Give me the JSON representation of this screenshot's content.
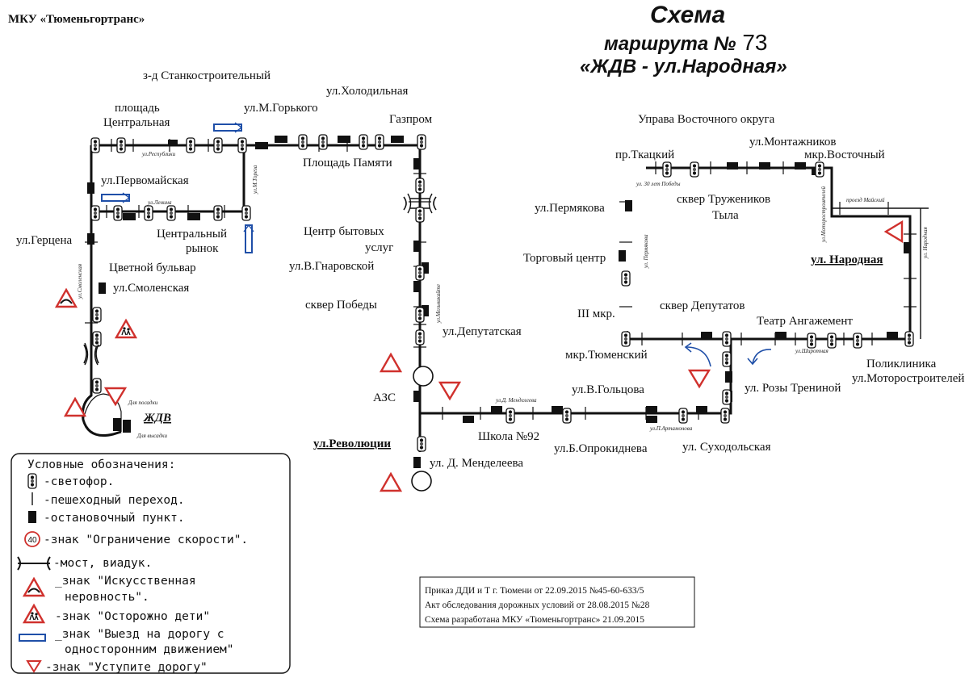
{
  "org": "МКУ «Тюменьгортранс»",
  "title": {
    "line1": "Схема",
    "line2_prefix": "маршрута №",
    "route_number": "73",
    "line3": "«ЖДВ - ул.Народная»"
  },
  "stops": {
    "tsentr_pl": [
      "площадь",
      "Центральная"
    ],
    "stankostr": "з-д Станкостроительный",
    "gorkogo": "ул.М.Горького",
    "holodilnaya": "ул.Холодильная",
    "gazprom": "Газпром",
    "pl_pamyati": "Площадь Памяти",
    "pervomayskaya": "ул.Первомайская",
    "tsentr_rynok": [
      "Центральный",
      "рынок"
    ],
    "gertsena": "ул.Герцена",
    "tsvetnoy": "Цветной бульвар",
    "smolenskaya": "ул.Смоленская",
    "zhdv": "ЖДВ",
    "dlya_posadki": "Для посадки",
    "dlya_vysadki": "Для высадки",
    "bytovyh": [
      "Центр бытовых",
      "услуг"
    ],
    "gnarovskoy": "ул.В.Гнаровской",
    "skver_pobedy": "сквер Победы",
    "deputatskaya": "ул.Депутатская",
    "azs": "АЗС",
    "revolyutsii": "ул.Революции",
    "mendeleeva": "ул. Д. Менделеева",
    "shkola": "Школа №92",
    "oprokidneva": "ул.Б.Опрокиднева",
    "goltsova": "ул.В.Гольцова",
    "suhodolskaya": "ул. Суходольская",
    "roza": "ул. Розы Трениной",
    "tyumenskiy": "мкр.Тюменский",
    "skver_deputatov": "сквер Депутатов",
    "teatr": "Театр Ангажемент",
    "poliklinika": "Поликлиника",
    "motorostr": "ул.Моторостроителей",
    "iii_mkr": "III мкр.",
    "torg_tsentr": "Торговый центр",
    "permyakova": "ул.Пермякова",
    "tkatskiy": "пр.Ткацкий",
    "uprava": "Управа Восточного округа",
    "skver_truzh": [
      "сквер Тружеников",
      "Тыла"
    ],
    "montazhnikov": "ул.Монтажников",
    "vostochny": "мкр.Восточный",
    "narodnaya": "ул. Народная"
  },
  "streets": {
    "respubliki": "ул.Республики",
    "lenina": "ул.Ленина",
    "mgoreza": "ул.М.Тореза",
    "melnikayte": "ул.Мельникайте",
    "permyakova_s": "ул. Пермякова",
    "let30": "ул. 30 лет Победы",
    "motorostr_s": "ул.Моторостроителей",
    "proezd_mayskiy": "проезд Майский",
    "narodnaya_s": "ул. Народная",
    "mendeleeva_s": "ул.Д. Менделеева",
    "artamonova": "ул.П.Артамонова",
    "shirotnaya": "ул.Широтная"
  },
  "legend": {
    "title": "Условные обозначения:",
    "items": [
      "-светофор.",
      "-пешеходный переход.",
      "-остановочный пункт.",
      "-знак \"Ограничение скорости\".",
      "-мост, виадук.",
      "_знак \"Искусственная",
      "неровность\".",
      "-знак \"Осторожно дети\"",
      "_знак \"Выезд на дорогу с",
      "односторонним движением\"",
      "-знак \"Уступите дорогу\""
    ],
    "speed_value": "40"
  },
  "notes": [
    "Приказ ДДИ и Т г. Тюмени от 22.09.2015 №45-60-633/5",
    "Акт обследования дорожных условий от 28.08.2015 №28",
    "Схема разработана МКУ «Тюменьгортранс» 21.09.2015"
  ]
}
